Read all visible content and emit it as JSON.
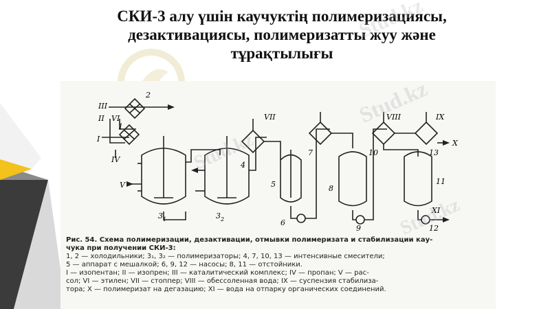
{
  "slide": {
    "title_line1": "СКИ-3 алу үшін каучуктің полимеризациясы,",
    "title_line2": "дезактивациясы, полимеризатты жуу және",
    "title_line3": "тұрақтылығы"
  },
  "watermark": {
    "text1": "Stud.kz",
    "text2": "Stud.kz",
    "text3": "Stud.kz",
    "text4": "Stud.kz"
  },
  "colors": {
    "dark_triangle": "#3b3b3b",
    "gray_triangle": "#8a8a8a",
    "yellow_triangle": "#f3c21b",
    "light_triangle": "#d9d9d9",
    "white_triangle": "#f2f2f2"
  },
  "diagram": {
    "labels": {
      "III": "III",
      "II": "II",
      "VI": "VI",
      "I": "I",
      "IV": "IV",
      "V": "V",
      "n1": "1",
      "n2": "2",
      "n3a": "3",
      "n3a_sub": "1",
      "n3b": "3",
      "n3b_sub": "2",
      "VII": "VII",
      "n4": "4",
      "n5": "5",
      "n6": "6",
      "n7": "7",
      "n8": "8",
      "n9": "9",
      "VIII": "VIII",
      "IX": "IX",
      "n10": "10",
      "n13": "13",
      "X": "X",
      "n11": "11",
      "XI": "XI",
      "n12": "12"
    },
    "caption": {
      "line1": "Рис. 54. Схема полимеризации, дезактивации, отмывки полимеризата и стабилизации кау-",
      "line2": "чука при получении СКИ-3:",
      "line3": "1, 2 — холодильники; 3₁, 3₂ — полимеризаторы; 4, 7, 10, 13 — интенсивные смесители;",
      "line4": "5 — аппарат с мешалкой; 6, 9, 12 — насосы; 8, 11 — отстойники.",
      "line5": "I — изопентан; II — изопрен; III — каталитический комплекс; IV — пропан; V — рас-",
      "line6": "сол; VI — этилен; VII — стоппер; VIII — обессоленная вода; IX — суспензия стабилиза-",
      "line7": "тора; X — полимеризат на дегазацию; XI — вода на отпарку органических соединений."
    }
  }
}
